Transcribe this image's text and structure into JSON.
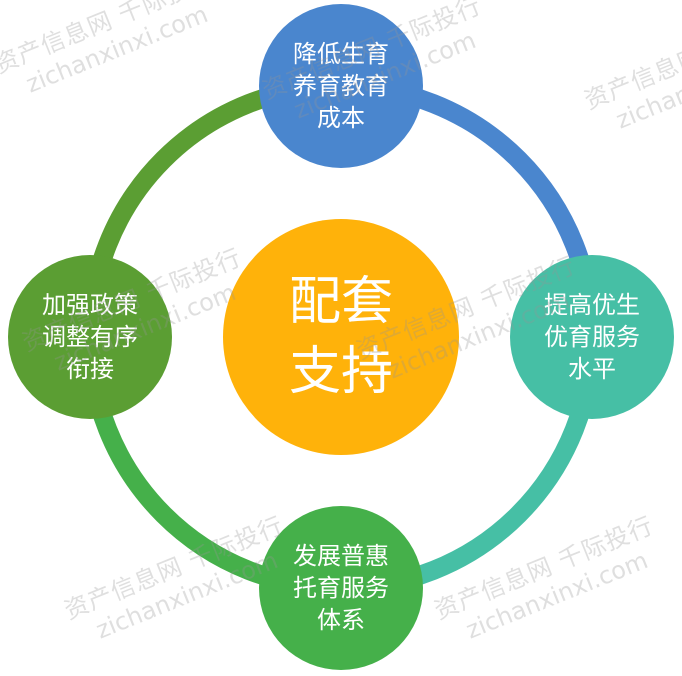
{
  "center": {
    "lines": [
      "配套",
      "支持"
    ],
    "color": "#FFB20A"
  },
  "nodes": [
    {
      "id": "top",
      "lines": [
        "降低生育",
        "养育教育",
        "成本"
      ],
      "color": "#4A86CE"
    },
    {
      "id": "right",
      "lines": [
        "提高优生",
        "优育服务",
        "水平"
      ],
      "color": "#46BFA5"
    },
    {
      "id": "bottom",
      "lines": [
        "发展普惠",
        "托育服务",
        "体系"
      ],
      "color": "#45B04A"
    },
    {
      "id": "left",
      "lines": [
        "加强政策",
        "调整有序",
        "衔接"
      ],
      "color": "#5B9E33"
    }
  ],
  "arcs": [
    {
      "from": "top",
      "to": "right",
      "color": "#4A86CE"
    },
    {
      "from": "right",
      "to": "bottom",
      "color": "#46BFA5"
    },
    {
      "from": "bottom",
      "to": "left",
      "color": "#45B04A"
    },
    {
      "from": "left",
      "to": "top",
      "color": "#5B9E33"
    }
  ],
  "watermark": {
    "line1": "资产信息网 千际投行",
    "line2": "zichanxinxi.com"
  }
}
